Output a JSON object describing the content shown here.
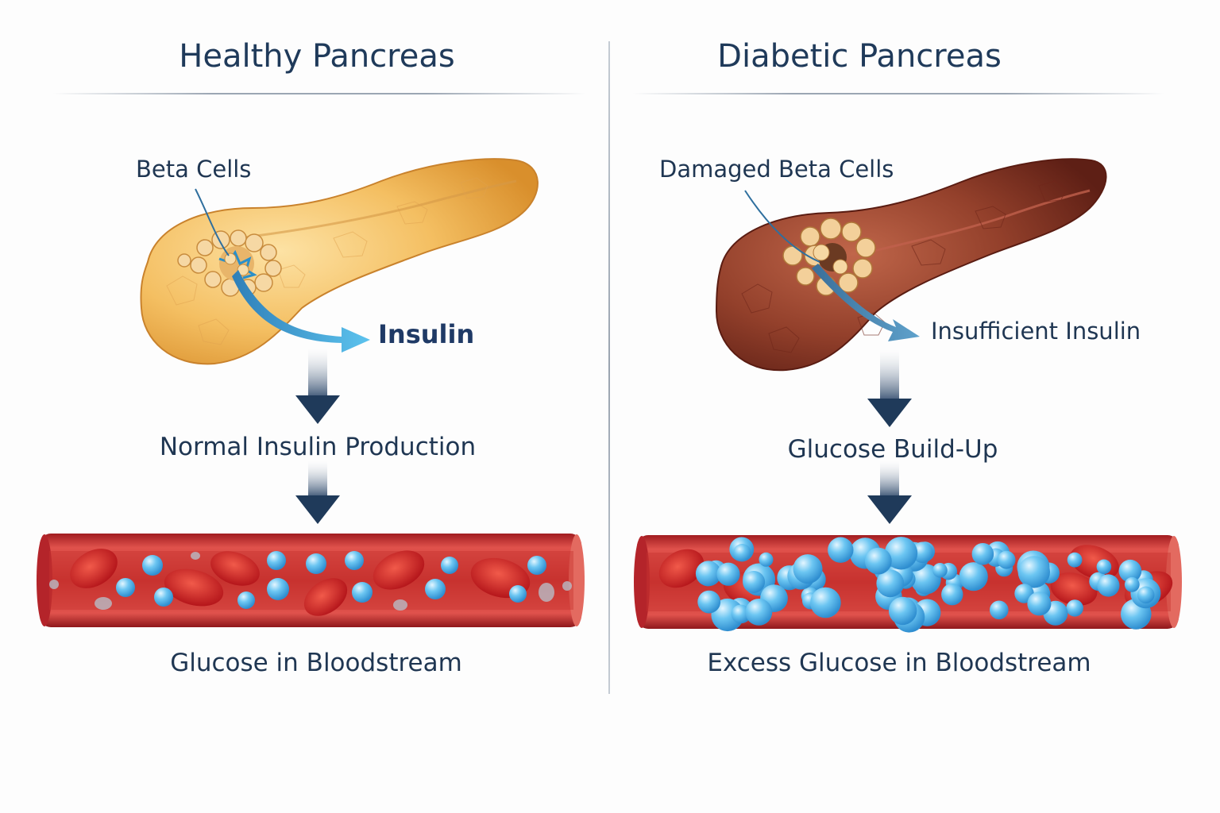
{
  "healthy": {
    "title": "Healthy Pancreas",
    "cells_label": "Beta Cells",
    "insulin_label": "Insulin",
    "production_label": "Normal Insulin Production",
    "bloodstream_label": "Glucose in Bloodstream"
  },
  "diabetic": {
    "title": "Diabetic Pancreas",
    "cells_label": "Damaged Beta Cells",
    "insulin_label": "Insufficient Insulin",
    "production_label": "Glucose Build-Up",
    "bloodstream_label": "Excess Glucose in Bloodstream"
  },
  "colors": {
    "healthy_pancreas": "#f2b85a",
    "diabetic_pancreas": "#8e3a26",
    "insulin_arrow": "#4aaee0",
    "flow_arrow": "#1f3a5a",
    "blood_vessel": "#c0262a",
    "red_cell": "#d4281f",
    "glucose": "#5bb8ec"
  },
  "icons": [
    "pancreas-illustration",
    "beta-cell-cluster",
    "insulin-arrow",
    "flow-down-arrow",
    "blood-vessel",
    "red-blood-cell",
    "glucose-molecule"
  ]
}
